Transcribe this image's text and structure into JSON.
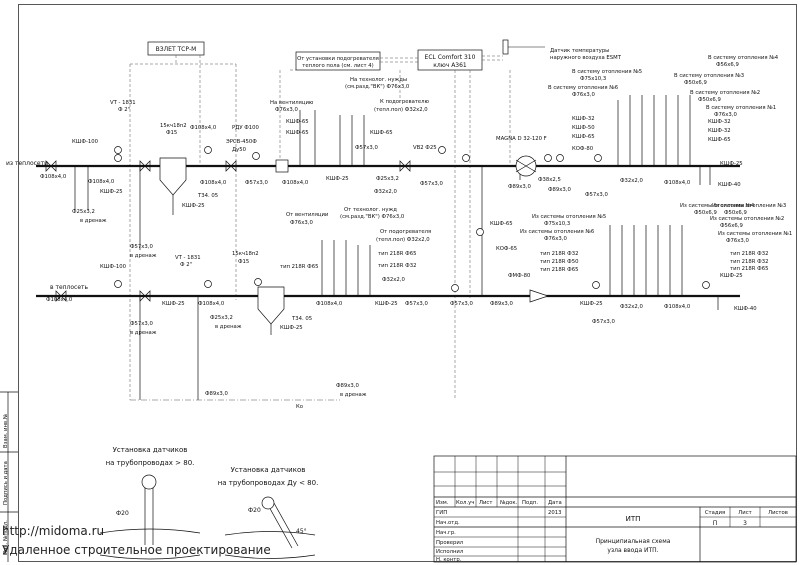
{
  "equipment": {
    "vzlet": "ВЗЛЕТ ТСР-М",
    "ecl": [
      "ECL Comfort 310",
      "ключ А361"
    ],
    "floor_heater": [
      "От установки подогревателя",
      "теплого пола (см. лист 4)"
    ],
    "outdoor_sensor": [
      "Датчик температуры",
      "наружного воздуха ESMT"
    ],
    "pump": "MAGNA D 32-120 F",
    "vt_top": [
      "VT - 1831",
      "Ф 2\""
    ],
    "vt_bottom": [
      "VT - 1831",
      "Ф 2\""
    ],
    "rdu": [
      "РДУ Ф100",
      "ЭРСВ-450Ф",
      "Ду50"
    ],
    "filter_top": [
      "15кч18п2",
      "Ф15"
    ],
    "filter_bottom": [
      "15кч18п2",
      "Ф15"
    ],
    "t34_top": "Т34. 05",
    "t34_bottom": "Т34. 05",
    "vb2": "VB2 Ф25",
    "fmf": "ФМФ-80"
  },
  "labels": {
    "from_network": "из теплосети",
    "to_network": "в теплосеть",
    "pipe_108": "Ф108х4,0",
    "pipe_57": "Ф57х3,0",
    "pipe_89": "Ф89х3,0",
    "pipe_32": "Ф32х2,0",
    "pipe_25": "Ф25х3,2",
    "pipe_38": "Ф38х2,5",
    "to_drain": "в дренаж",
    "ksh100": "КШФ-100",
    "ksh65": "КШФ-65",
    "ksh25": "КШФ-25",
    "ksh50": "КШФ-50",
    "ksh32": "КШФ-32",
    "ksh40": "КШФ-40",
    "kof80": "КОФ-80",
    "kof65": "КОФ-65",
    "vent_top": [
      "На вентиляцию",
      "Ф76х3,0"
    ],
    "tech_top": [
      "На технолог. нужды",
      "(см.разд.\"ВК\") Ф76х3,0"
    ],
    "heater_top": [
      "К подогревателю",
      "(тепл.пол) Ф32х2,0"
    ],
    "vent_bottom": [
      "От вентиляции",
      "Ф76х3,0"
    ],
    "tech_bottom": [
      "От технолог. нужд",
      "(см.разд.\"ВК\") Ф76х3,0"
    ],
    "heater_bottom": [
      "От подогревателя",
      "(тепл.пол) Ф32х2,0"
    ],
    "type_218r65": "тип 218R Ф65",
    "type_218r32": "тип 218R Ф32",
    "type_218r50": "тип 218R Ф50",
    "ko": "Ко",
    "supply_systems": [
      "В систему отопления №4",
      "Ф56х6,9",
      "В систему отопления №3",
      "Ф50х6,9",
      "В систему отопления №2",
      "Ф50х6,9",
      "В систему отопления №1",
      "Ф76х3,0",
      "В систему отопления №5",
      "Ф75х10,3",
      "В систему отопления №6",
      "Ф76х3,0"
    ],
    "return_systems": [
      "Из системы отопления №4",
      "Ф50х6,9",
      "Из системы отопления №3",
      "Ф50х6,9",
      "Из системы отопления №2",
      "Ф56х6,9",
      "Из системы отопления №1",
      "Ф76х3,0",
      "Из системы отопления №5",
      "Ф75х10,3",
      "Из системы отопления №6",
      "Ф76х3,0"
    ]
  },
  "sensor_notes": {
    "big": [
      "Установка датчиков",
      "на трубопроводах > 80."
    ],
    "big_dim": "Ф20",
    "small": [
      "Установка датчиков",
      "на трубопроводах Ду < 80."
    ],
    "small_dim": "Ф20",
    "angle": "45°"
  },
  "side_stamp": [
    "Инв. №подл.",
    "Подпись и дата",
    "Взам. инв.№"
  ],
  "title_block": {
    "headers": [
      "Изм.",
      "Кол.уч",
      "Лист",
      "№док.",
      "Подп.",
      "Дата"
    ],
    "roles": [
      "ГИП",
      "Нач.отд.",
      "Нач.гр.",
      "Проверил",
      "Исполнил",
      "Н. контр."
    ],
    "year": "2013",
    "project": "ИТП",
    "drawing_title": [
      "Принципиальная схема",
      "узла ввода ИТП."
    ],
    "stage_label": "Стадия",
    "sheet_label": "Лист",
    "sheets_label": "Листов",
    "stage": "П",
    "sheet": "3",
    "sheets": ""
  },
  "watermark": [
    "http://midoma.ru",
    "Удаленное строительное проектирование"
  ]
}
